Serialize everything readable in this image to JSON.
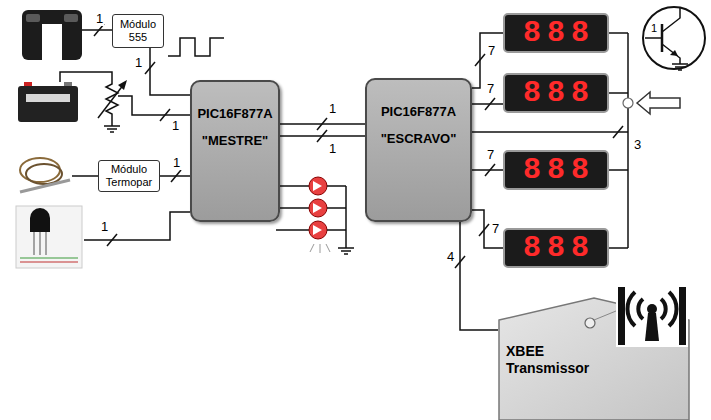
{
  "diagram": {
    "nodes": [
      {
        "text": [
          "Módulo 555"
        ]
      },
      {
        "text": [
          "Módulo Termopar"
        ]
      },
      {
        "text": [
          "PIC16F877A",
          "\"MESTRE\""
        ]
      },
      {
        "text": [
          "PIC16F877A",
          "\"ESCRAVO\""
        ]
      },
      {
        "text": [
          "888"
        ]
      },
      {
        "text": [
          "888"
        ]
      },
      {
        "text": [
          "888"
        ]
      },
      {
        "text": [
          "888"
        ]
      },
      {
        "text": [
          "XBEE Transmissor"
        ]
      }
    ],
    "edges": [
      {
        "from": 0,
        "to": 2,
        "arrow": "none",
        "label": "1"
      },
      {
        "from": 1,
        "to": 2,
        "arrow": "none",
        "label": "1"
      },
      {
        "from": 2,
        "to": 3,
        "arrow": "none",
        "label": "1"
      },
      {
        "from": 2,
        "to": 3,
        "arrow": "none",
        "label": "1"
      },
      {
        "from": 3,
        "to": 4,
        "arrow": "none",
        "label": "7"
      },
      {
        "from": 3,
        "to": 5,
        "arrow": "none",
        "label": "7"
      },
      {
        "from": 3,
        "to": 6,
        "arrow": "none",
        "label": "7"
      },
      {
        "from": 3,
        "to": 7,
        "arrow": "none",
        "label": "7"
      },
      {
        "from": 3,
        "to": 8,
        "arrow": "none",
        "label": "4"
      }
    ],
    "labels": [
      "1",
      "1",
      "1",
      "3",
      "1"
    ]
  }
}
